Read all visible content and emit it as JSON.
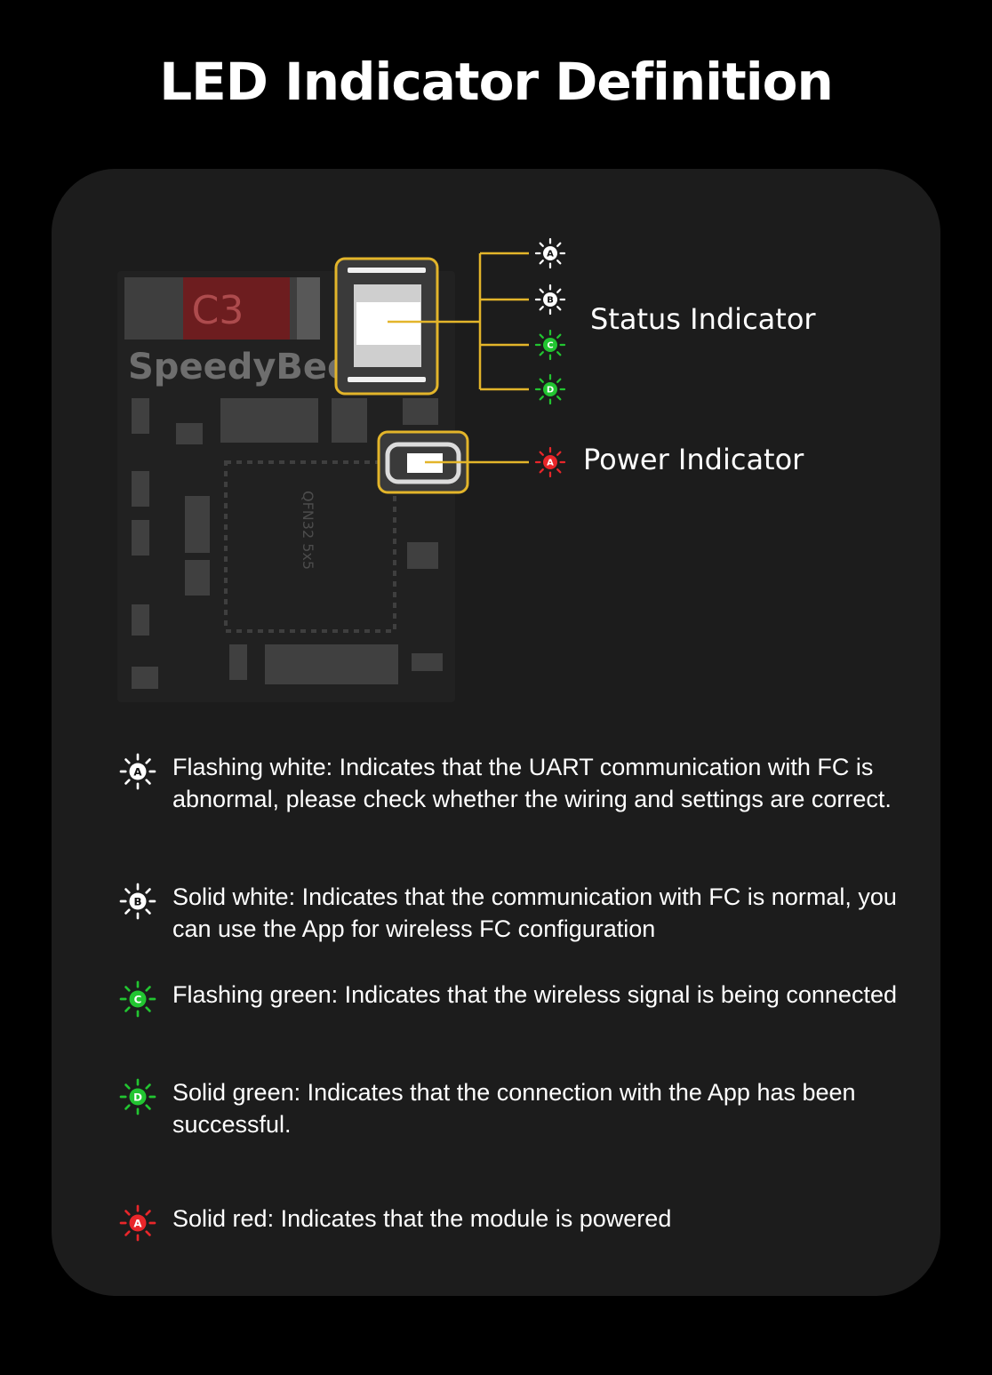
{
  "title": "LED Indicator Definition",
  "diagram": {
    "board_chip_label": "C3",
    "board_brand": "SpeedyBee",
    "module_marking": "QFN32 5x5",
    "status_label": "Status Indicator",
    "power_label": "Power Indicator",
    "status_leds": [
      {
        "letter": "A",
        "color": "#ffffff"
      },
      {
        "letter": "B",
        "color": "#ffffff"
      },
      {
        "letter": "C",
        "color": "#22c531"
      },
      {
        "letter": "D",
        "color": "#22c531"
      }
    ],
    "power_led": {
      "letter": "A",
      "color": "#e8262a"
    },
    "accent_color": "#e3b52a"
  },
  "legend": [
    {
      "letter": "A",
      "color": "#ffffff",
      "icon": "sun-led-icon",
      "text": "Flashing white: Indicates that the UART communication with FC is abnormal, please check whether the wiring and settings are correct."
    },
    {
      "letter": "B",
      "color": "#ffffff",
      "icon": "sun-led-icon",
      "text": "Solid white: Indicates that the communication with FC is normal, you can use the App for wireless FC configuration"
    },
    {
      "letter": "C",
      "color": "#22c531",
      "icon": "sun-led-icon",
      "text": "Flashing green: Indicates that the wireless signal is being connected"
    },
    {
      "letter": "D",
      "color": "#22c531",
      "icon": "sun-led-icon",
      "text": "Solid green: Indicates that the connection with the App has been successful."
    },
    {
      "letter": "A",
      "color": "#e8262a",
      "icon": "sun-led-icon",
      "text": "Solid red: Indicates that the module is powered"
    }
  ]
}
